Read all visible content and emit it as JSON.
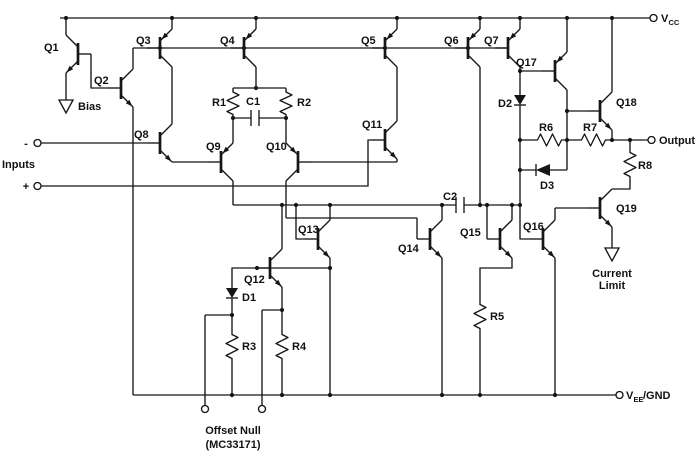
{
  "power": {
    "vcc": {
      "main": "V",
      "sub": "CC"
    },
    "vee": {
      "main": "V",
      "sub": "EE",
      "suffix": "/GND"
    }
  },
  "terminals": {
    "output": "Output",
    "inputs": "Inputs",
    "inverting": "-",
    "noninverting": "+",
    "bias": "Bias",
    "current_limit_1": "Current",
    "current_limit_2": "Limit",
    "offset_null": "Offset Null",
    "part": "(MC33171)"
  },
  "transistors": {
    "q1": "Q1",
    "q2": "Q2",
    "q3": "Q3",
    "q4": "Q4",
    "q5": "Q5",
    "q6": "Q6",
    "q7": "Q7",
    "q8": "Q8",
    "q9": "Q9",
    "q10": "Q10",
    "q11": "Q11",
    "q12": "Q12",
    "q13": "Q13",
    "q14": "Q14",
    "q15": "Q15",
    "q16": "Q16",
    "q17": "Q17",
    "q18": "Q18",
    "q19": "Q19"
  },
  "resistors": {
    "r1": "R1",
    "r2": "R2",
    "r3": "R3",
    "r4": "R4",
    "r5": "R5",
    "r6": "R6",
    "r7": "R7",
    "r8": "R8"
  },
  "capacitors": {
    "c1": "C1",
    "c2": "C2"
  },
  "diodes": {
    "d1": "D1",
    "d2": "D2",
    "d3": "D3"
  }
}
